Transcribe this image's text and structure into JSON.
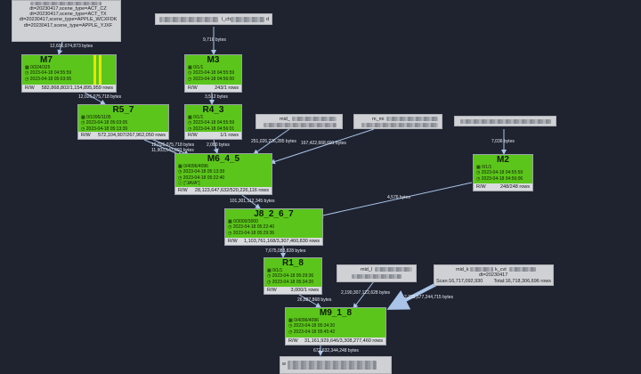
{
  "scan_top_left": {
    "lines": [
      "dt=20230417,scene_type=ACT_CZ",
      "dt=20230417,scene_type=ACT_TX",
      "dt=20230417,scene_type=APPLE_WCXFDK",
      "dt=20230417,scene_type=APPLE_YJXF"
    ]
  },
  "top_middle_box": {
    "visible_text": "l_ch",
    "suffix": "d"
  },
  "source_boxes": {
    "mid1_prefix": "mid_",
    "mid2_prefix": "m_mi",
    "bottom_prefix": "mid_l",
    "bottom_scan_prefix": "mid_k",
    "bottom_scan_suffix": "k_cvt",
    "bottom_scan_dt": "dt=20230417"
  },
  "scan_bottom_right": {
    "scan_label": "Scan:16,717,092,930",
    "total_label": "Total:16,718,306,696 rows"
  },
  "edges": {
    "e_topleft_m7": "12,606,074,873 bytes",
    "e_top_m3": "9,716 bytes",
    "e_m7_r5": "12,026,075,718 bytes",
    "e_m3_r4": "3,512 bytes",
    "e_r5_m6_a": "12,026,075,718 bytes",
    "e_r5_m6_b": "11,903,543,893 bytes",
    "e_r4_m6": "2,080 bytes",
    "e_mid1_m6": "251,026,226,285 bytes",
    "e_mid2_m6": "167,422,668,691 bytes",
    "e_right_m2": "7,036 bytes",
    "e_m2_j8": "4,576 bytes",
    "e_m6_j8": "101,301,112,345 bytes",
    "e_j8_r1": "7,675,088,828 bytes",
    "e_r1_m9": "26,887,868 bytes",
    "e_mid3_m9": "2,190,307,122,628 bytes",
    "e_scan_m9": "2,239,577,244,715 bytes",
    "e_m9_out": "672,632,344,248 bytes"
  },
  "nodes": {
    "m7": {
      "name": "M7",
      "tasks": "0/324/325",
      "start": "2023-04-18 04:55:59",
      "end": "2023-04-18 05:03:05",
      "rw_label": "R/W",
      "rw_value": "582,868,802/1,154,895,959 rows"
    },
    "m3": {
      "name": "M3",
      "tasks": "0/1/1",
      "start": "2023-04-18 04:55:59",
      "end": "2023-04-18 04:56:00",
      "rw_label": "R/W",
      "rw_value": "243/1 rows"
    },
    "r5_7": {
      "name": "R5_7",
      "tasks": "0/1095/1105",
      "start": "2023-04-18 05:03:05",
      "end": "2023-04-18 05:13:39",
      "rw_label": "R/W",
      "rw_value": "572,104,907/267,962,050 rows"
    },
    "r4_3": {
      "name": "R4_3",
      "tasks": "0/1/1",
      "start": "2023-04-18 04:55:59",
      "end": "2023-04-18 04:56:01",
      "rw_label": "R/W",
      "rw_value": "1/1 rows"
    },
    "m6_4_5": {
      "name": "M6_4_5",
      "tasks": "0/4096/4096",
      "start": "2023-04-18 05:13:39",
      "end": "2023-04-18 05:22:40",
      "extra": "[\"JAVA\"]",
      "rw_label": "R/W",
      "rw_value": "28,123,647,632/520,226,116 rows"
    },
    "m2": {
      "name": "M2",
      "tasks": "0/1/1",
      "start": "2023-04-18 04:55:59",
      "end": "2023-04-18 04:56:06",
      "rw_label": "R/W",
      "rw_value": "248/248 rows"
    },
    "j8_2_6_7": {
      "name": "J8_2_6_7",
      "tasks": "0/3000/3000",
      "start": "2023-04-18 05:22:40",
      "end": "2023-04-18 05:29:36",
      "rw_label": "R/W",
      "rw_value": "1,103,761,168/3,307,460,830 rows"
    },
    "r1_8": {
      "name": "R1_8",
      "tasks": "0/1/1",
      "start": "2023-04-18 05:29:36",
      "end": "2023-04-18 05:34:20",
      "rw_label": "R/W",
      "rw_value": "3,000/1 rows"
    },
    "m9_1_8": {
      "name": "M9_1_8",
      "tasks": "0/4096/4096",
      "start": "2023-04-18 05:34:20",
      "end": "2023-04-18 05:45:42",
      "rw_label": "R/W",
      "rw_value": "31,161,929,646/3,308,277,460 rows"
    }
  },
  "output_box": {
    "prefix": "w",
    "suffix": ""
  },
  "icons": {
    "tasks": "grid-icon",
    "start": "clock-icon",
    "end": "clock-icon",
    "extra": "info-icon"
  },
  "colors": {
    "background": "#1f2330",
    "node": "#5bc51b",
    "edge": "#a9c4e8",
    "highlight": "#e6e600"
  }
}
